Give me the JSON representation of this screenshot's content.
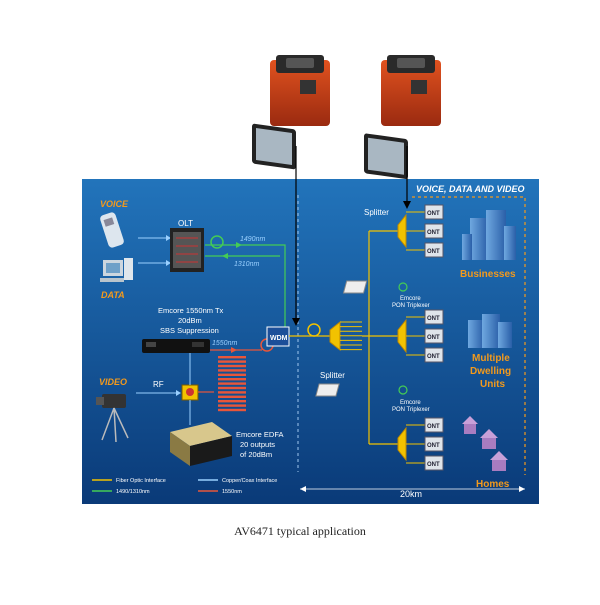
{
  "caption": "AV6471 typical application",
  "labels": {
    "voice": "VOICE",
    "data": "DATA",
    "video": "VIDEO",
    "olt": "OLT",
    "wl1490": "1490nm",
    "wl1310": "1310nm",
    "wl1550": "1550nm",
    "tx_line1": "Emcore 1550nm Tx",
    "tx_line2": "20dBm",
    "tx_line3": "SBS Suppression",
    "rf": "RF",
    "edfa_line1": "Emcore EDFA",
    "edfa_line2": "20 outputs",
    "edfa_line3": "of 20dBm",
    "wdm": "WDM",
    "splitter_center": "Splitter",
    "splitter_top": "Splitter",
    "header": "VOICE, DATA AND VIDEO",
    "ont": "ONT",
    "triplexer_line1": "Emcore",
    "triplexer_line2": "PON Triplexer",
    "businesses": "Businesses",
    "mdu_line1": "Multiple",
    "mdu_line2": "Dwelling",
    "mdu_line3": "Units",
    "homes": "Homes",
    "distance": "20km"
  },
  "legend": {
    "fiber": "Fiber Optic Interface",
    "copper": "Copper/Coax Interface",
    "l1490": "1490/1310nm",
    "l1550": "1550nm"
  },
  "colors": {
    "panel_top": "#1f6fb5",
    "panel_bottom": "#0a3a78",
    "accent_orange": "#f39a1c",
    "fiber_yellow": "#f2c200",
    "line_1490": "#44cc55",
    "line_1550": "#e8563a",
    "copper": "#9ad0ff"
  }
}
